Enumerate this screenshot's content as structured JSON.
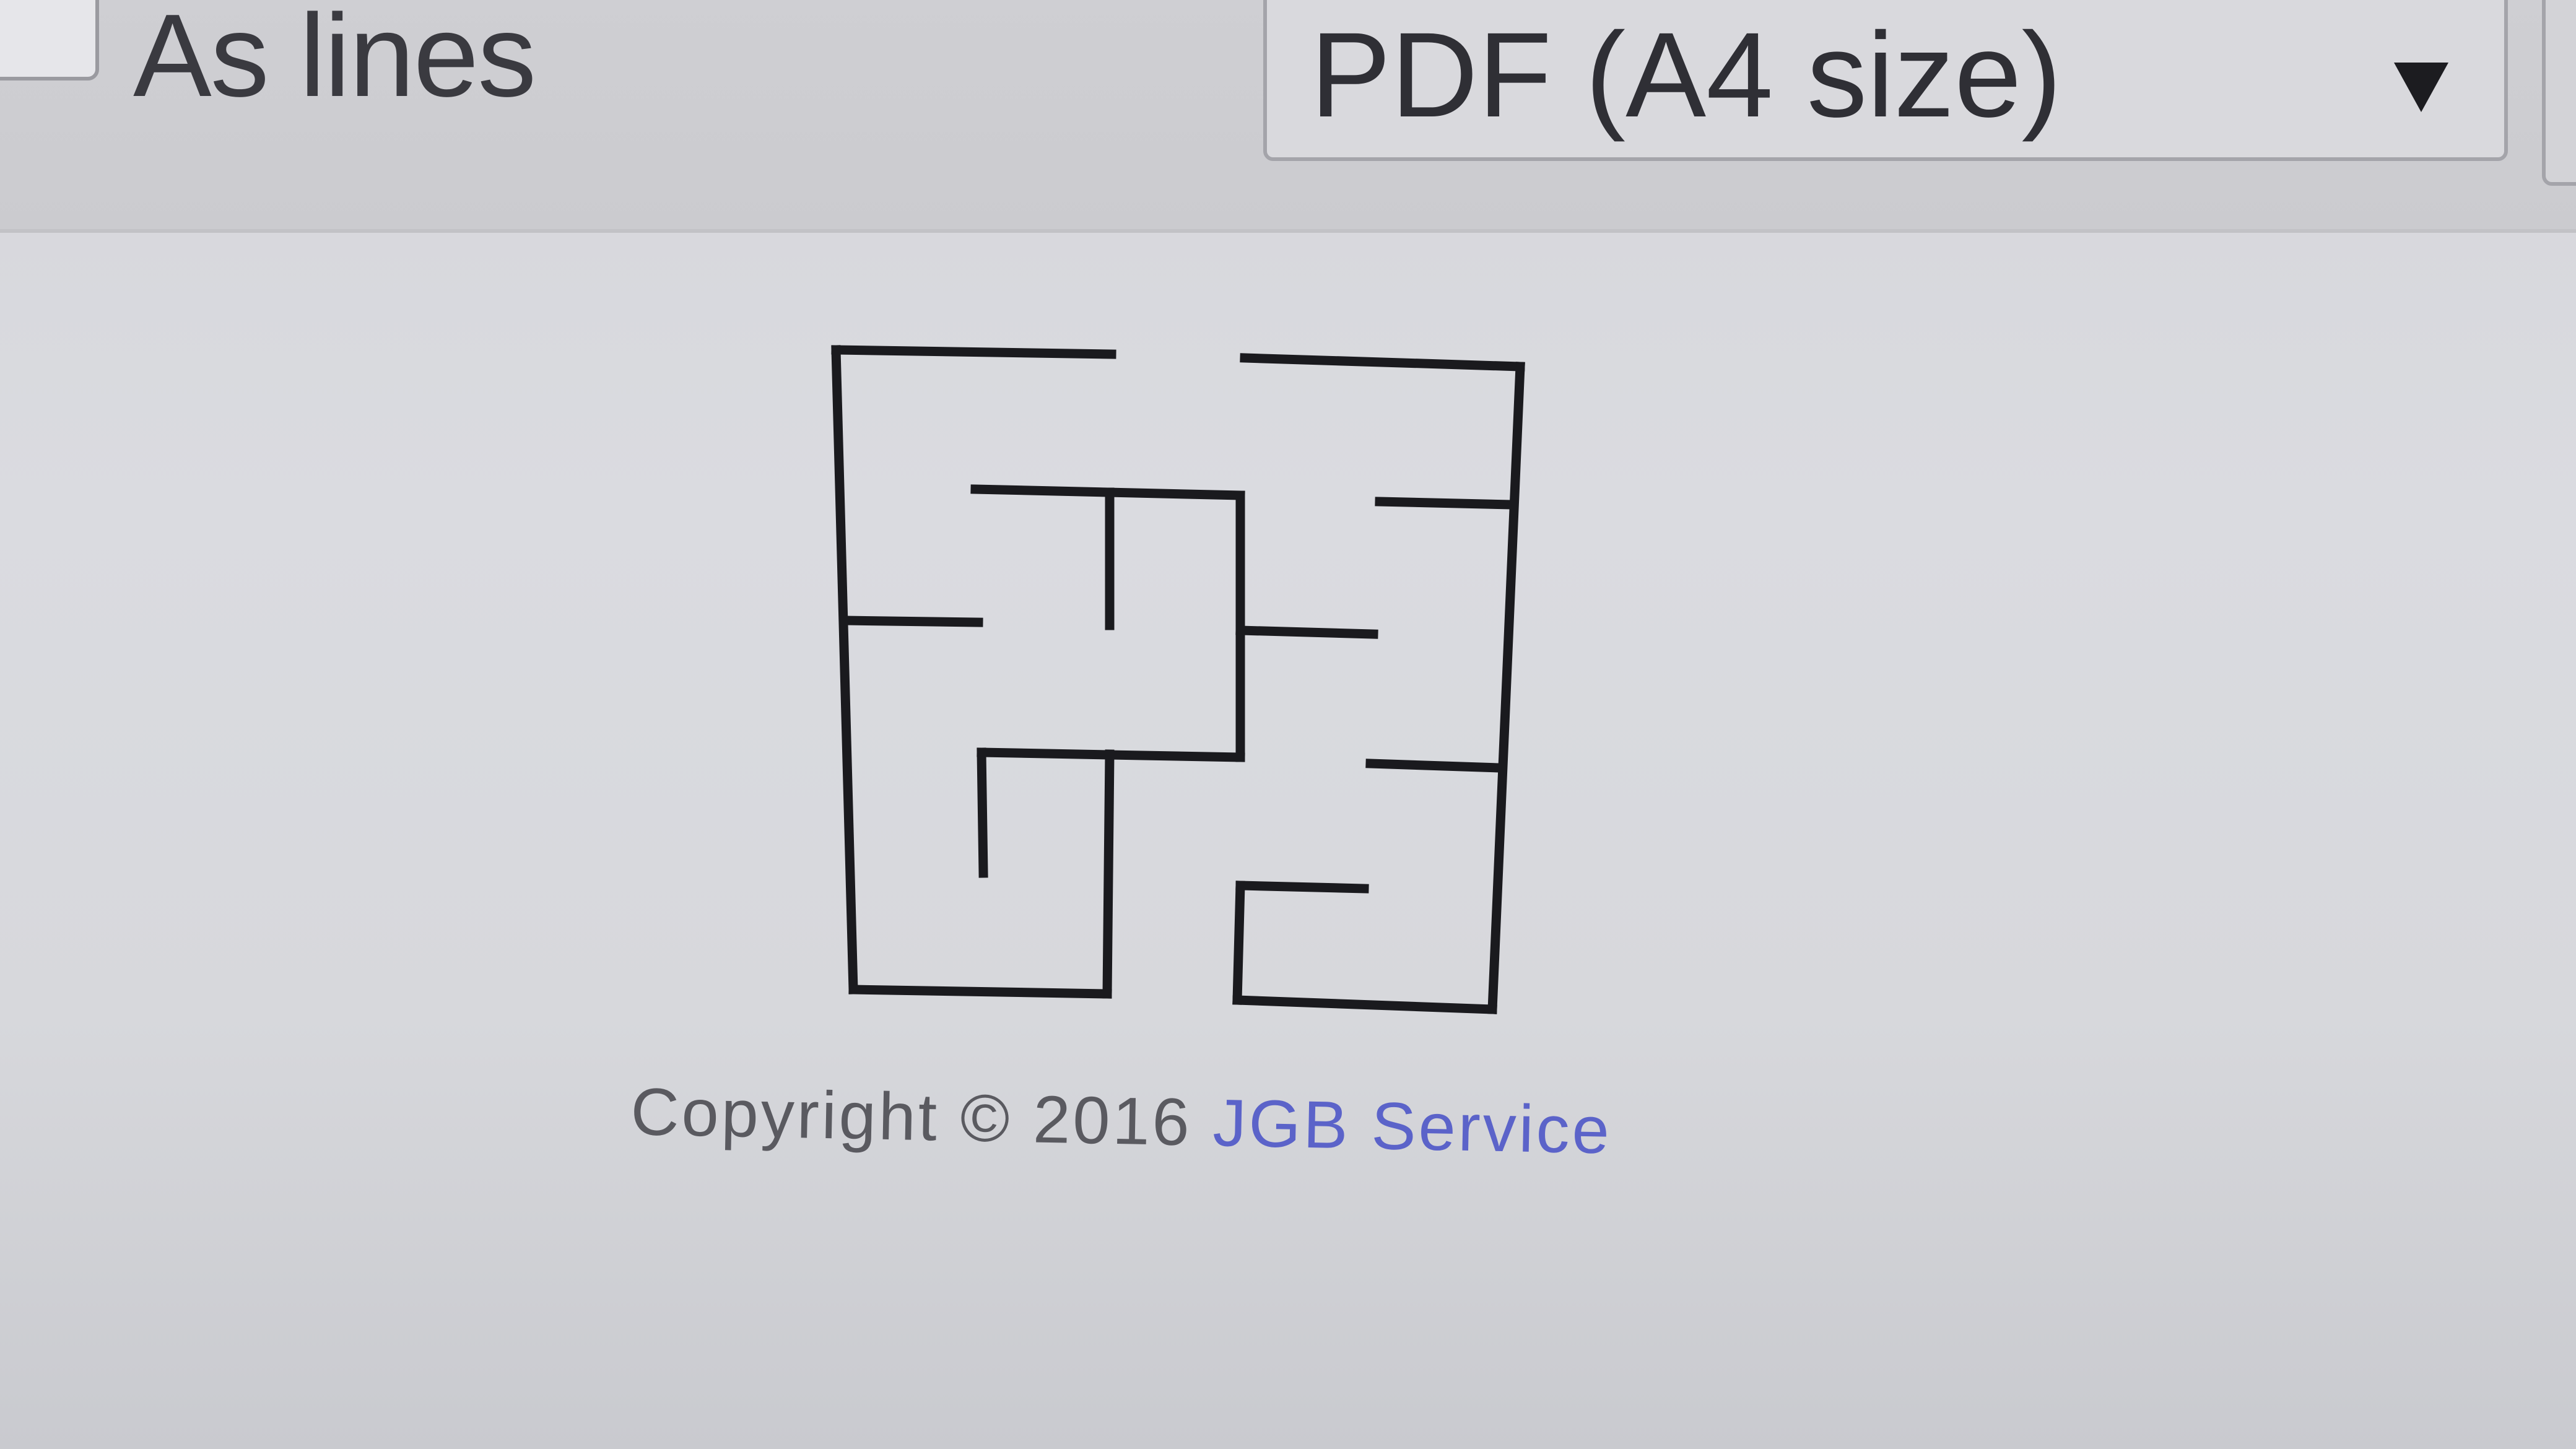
{
  "options": {
    "as_lines_label": "As lines",
    "as_lines_checked": false,
    "format_select_value": "PDF (A4 size)"
  },
  "footer": {
    "copyright_text": "Copyright © 2016",
    "link_text": "JGB Service",
    "link_color": "#5b63c9"
  },
  "icons": {
    "select_arrow": "chevron-down-icon"
  }
}
